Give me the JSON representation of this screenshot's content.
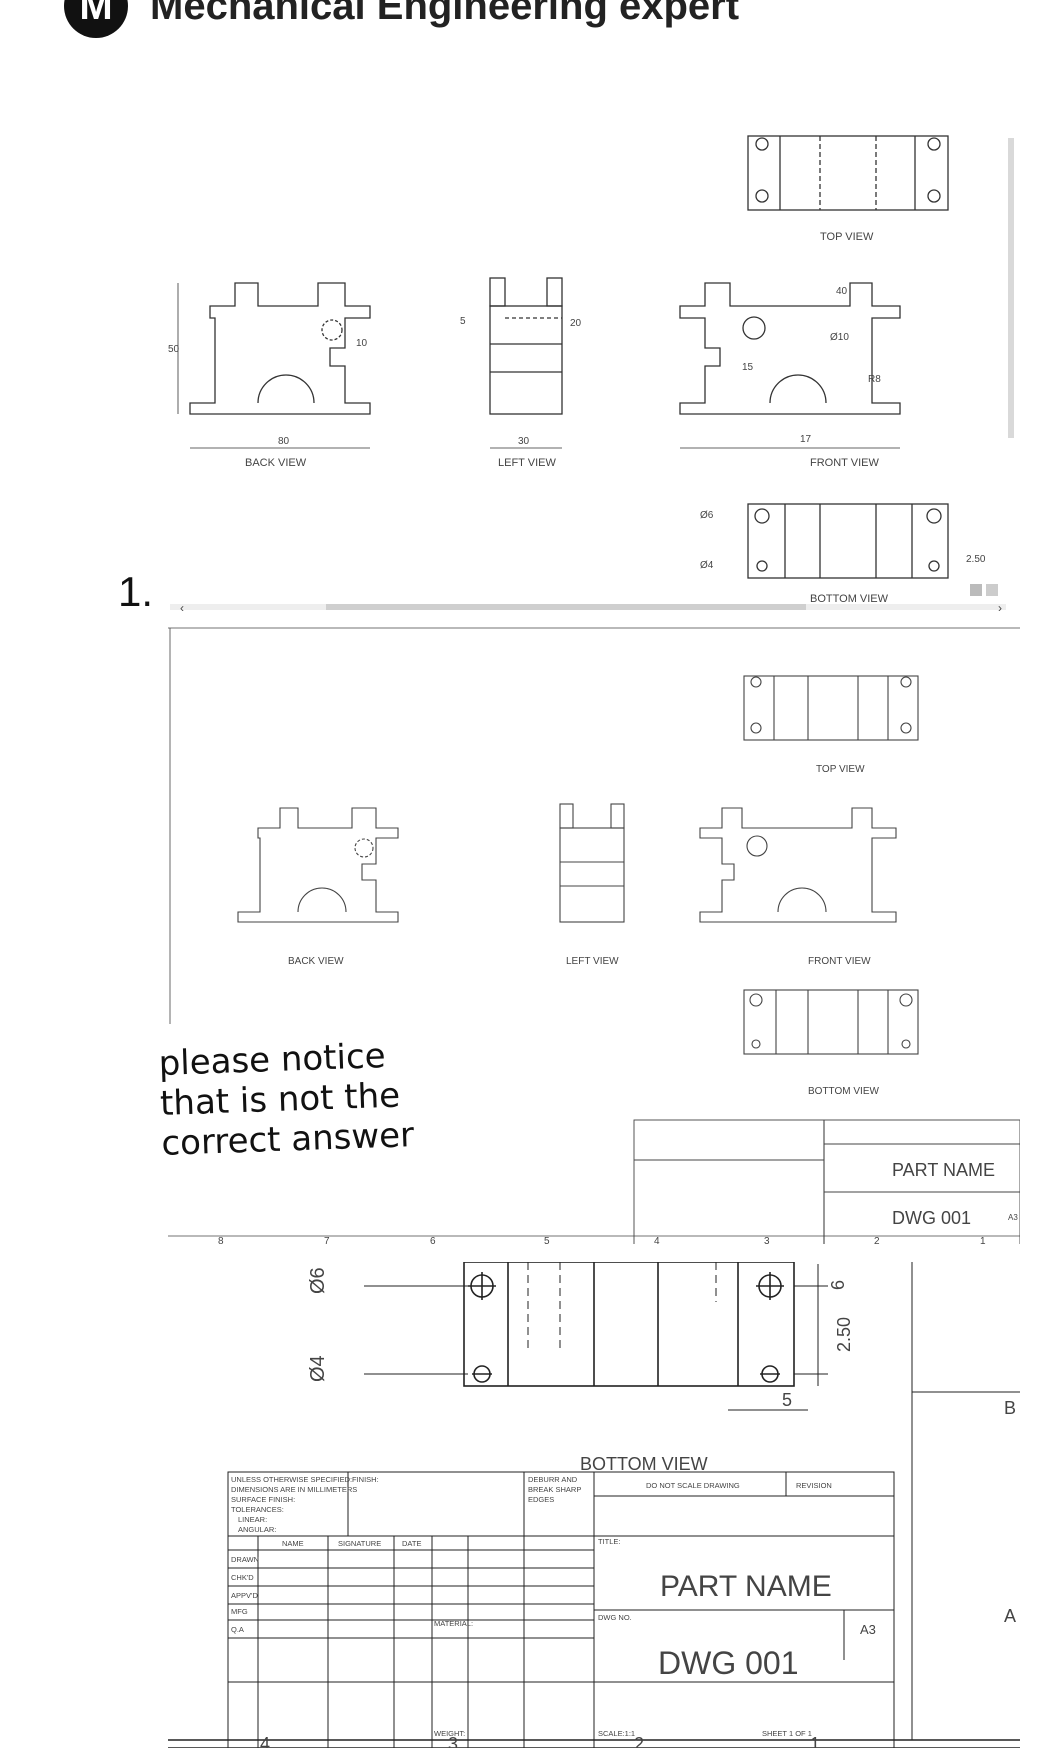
{
  "header": {
    "avatar_letter": "M",
    "title": "Mechanical Engineering expert"
  },
  "question_number": "1.",
  "note": {
    "line1": "please notice",
    "line2": "that is not the",
    "line3": "correct answer"
  },
  "views": {
    "top": "TOP VIEW",
    "back": "BACK VIEW",
    "left": "LEFT VIEW",
    "front": "FRONT VIEW",
    "bottom": "BOTTOM VIEW"
  },
  "dims": {
    "d50": "50",
    "d10": "10",
    "d80": "80",
    "d5": "5",
    "d20": "20",
    "d30": "30",
    "d40": "40",
    "d15": "15",
    "d17": "17",
    "r8": "R8",
    "phi10": "Ø10",
    "phi6": "Ø6",
    "phi4": "Ø4",
    "d6": "6",
    "d250": "2.50"
  },
  "title_block": {
    "unless": "UNLESS OTHERWISE SPECIFIED:",
    "dims_mm": "DIMENSIONS ARE IN MILLIMETERS",
    "surface": "SURFACE FINISH:",
    "tolerances": "TOLERANCES:",
    "linear": "LINEAR:",
    "angular": "ANGULAR:",
    "finish": "FINISH:",
    "deburr1": "DEBURR AND",
    "deburr2": "BREAK SHARP",
    "deburr3": "EDGES",
    "do_not_scale": "DO NOT SCALE DRAWING",
    "revision": "REVISION",
    "name": "NAME",
    "signature": "SIGNATURE",
    "date": "DATE",
    "drawn": "DRAWN",
    "chkd": "CHK'D",
    "appvd": "APPV'D",
    "mfg": "MFG",
    "qa": "Q.A",
    "title_lbl": "TITLE:",
    "part_name": "PART NAME",
    "material": "MATERIAL:",
    "dwg_no_lbl": "DWG NO.",
    "dwg_no": "DWG 001",
    "size": "A3",
    "weight": "WEIGHT:",
    "scale": "SCALE:1:1",
    "sheet": "SHEET 1 OF 1"
  },
  "zones": {
    "z8": "8",
    "z7": "7",
    "z6": "6",
    "z5": "5",
    "z4": "4",
    "z3": "3",
    "z2": "2",
    "z1": "1",
    "rowA": "A",
    "rowB": "B"
  },
  "scroll": {
    "left_arrow": "‹",
    "right_arrow": "›",
    "up_arrow": "ˆ",
    "down_arrow": "ˇ"
  }
}
